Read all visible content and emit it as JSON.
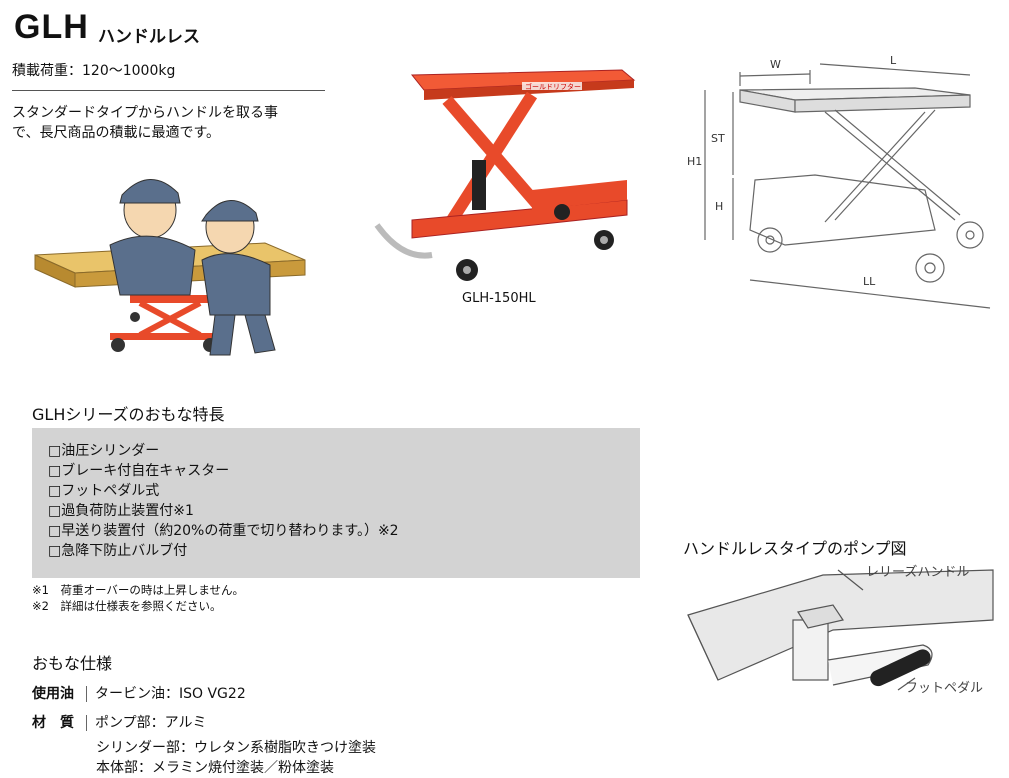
{
  "header": {
    "title": "GLH",
    "subtitle": "ハンドルレス"
  },
  "load_capacity": "積載荷重：120～1000kg",
  "description": [
    "スタンダードタイプからハンドルを取る事",
    "で、長尺商品の積載に最適です。"
  ],
  "product_caption": "GLH-150HL",
  "product_sticker": "ゴールドリフター",
  "diagram_labels": {
    "w": "W",
    "l": "L",
    "st": "ST",
    "h1": "H1",
    "h": "H",
    "ll": "LL"
  },
  "features": {
    "heading": "GLHシリーズのおもな特長",
    "items": [
      "□油圧シリンダー",
      "□ブレーキ付自在キャスター",
      "□フットペダル式",
      "□過負荷防止装置付※1",
      "□早送り装置付（約20%の荷重で切り替わります。）※2",
      "□急降下防止バルブ付"
    ],
    "notes": [
      "※1　荷重オーバーの時は上昇しません。",
      "※2　詳細は仕様表を参照ください。"
    ]
  },
  "specs": {
    "heading": "おもな仕様",
    "oil_label": "使用油",
    "oil_value": "タービン油：ISO VG22",
    "material_label": "材　質",
    "material_values": [
      "ポンプ部：アルミ",
      "シリンダー部：ウレタン系樹脂吹きつけ塗装",
      "本体部：メラミン焼付塗装／粉体塗装"
    ]
  },
  "pump": {
    "title": "ハンドルレスタイプのポンプ図",
    "release_label": "レリーズハンドル",
    "pedal_label": "フットペダル"
  },
  "colors": {
    "lift_red": "#e84a2a",
    "feature_bg": "#d3d3d3",
    "worker_cap": "#5a6f8c"
  }
}
